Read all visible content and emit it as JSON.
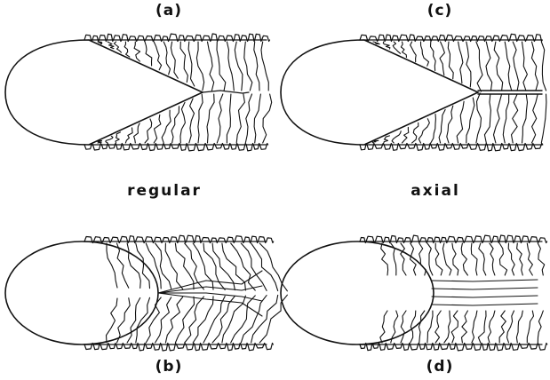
{
  "labels": {
    "a": "(a)",
    "b": "(b)",
    "c": "(c)",
    "d": "(d)",
    "left_column": "regular",
    "right_column": "axial"
  },
  "colors": {
    "ink": "#111111",
    "background": "#ffffff"
  }
}
